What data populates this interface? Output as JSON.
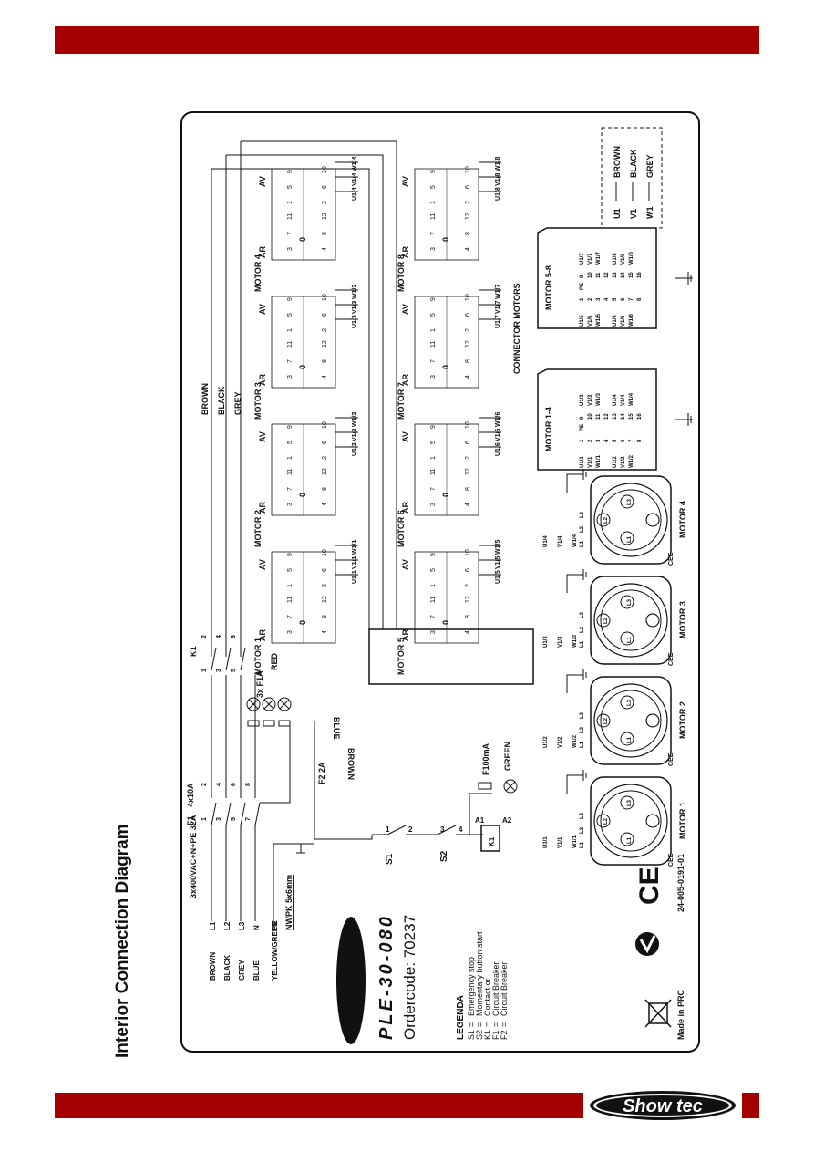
{
  "header": {
    "bar_color": "#a50000"
  },
  "footer": {
    "bar_color": "#a50000",
    "brand_logo": "Show tec"
  },
  "page_title": "Interior Connection Diagram",
  "product": {
    "name": "PLE-30-080",
    "ordercode": "Ordercode: 70237",
    "made_in": "Made in PRC",
    "doc_code": "24-005-0191-01"
  },
  "supply": {
    "spec": "3x400VAC+N+PE 32A",
    "cable": "NWPK 5x6mm",
    "lines": [
      {
        "color": "BROWN",
        "name": "L1"
      },
      {
        "color": "BLACK",
        "name": "L2"
      },
      {
        "color": "GREY",
        "name": "L3"
      },
      {
        "color": "BLUE",
        "name": "N"
      },
      {
        "color": "YELLOW/GREEN",
        "name": "PE"
      }
    ]
  },
  "breaker": {
    "label": "F1",
    "rating": "4x10A",
    "terminals": [
      "1",
      "2",
      "3",
      "4",
      "5",
      "6",
      "7",
      "8"
    ]
  },
  "contactor": {
    "label": "K1",
    "terminals": [
      "1",
      "2",
      "3",
      "4",
      "5",
      "6"
    ],
    "coil": "K1",
    "coil_a1": "A1",
    "coil_a2": "A2"
  },
  "lamps": {
    "fuse": "3x F1A",
    "color": "RED"
  },
  "control_fuse": {
    "label": "F2 2A",
    "wire1": "BROWN",
    "wire2": "BLUE"
  },
  "emergency": {
    "label": "S1",
    "t1": "1",
    "t2": "2"
  },
  "momentary": {
    "label": "S2",
    "t1": "3",
    "t2": "4"
  },
  "green_lamp": {
    "fuse": "F100mA",
    "color": "GREEN"
  },
  "bus_colors": [
    "BROWN",
    "BLACK",
    "GREY"
  ],
  "motor_switches": [
    {
      "name": "MOTOR 1",
      "out": [
        "U1/1",
        "V1/1",
        "W1/1"
      ]
    },
    {
      "name": "MOTOR 2",
      "out": [
        "U1/2",
        "V1/2",
        "W1/2"
      ]
    },
    {
      "name": "MOTOR 3",
      "out": [
        "U1/3",
        "V1/3",
        "W1/3"
      ]
    },
    {
      "name": "MOTOR 4",
      "out": [
        "U1/4",
        "V1/4",
        "W1/4"
      ]
    },
    {
      "name": "MOTOR 5",
      "out": [
        "U1/5",
        "V1/5",
        "W1/5"
      ]
    },
    {
      "name": "MOTOR 6",
      "out": [
        "U1/6",
        "V1/6",
        "W1/6"
      ]
    },
    {
      "name": "MOTOR 7",
      "out": [
        "U1/7",
        "V1/7",
        "W1/7"
      ]
    },
    {
      "name": "MOTOR 8",
      "out": [
        "U1/8",
        "V1/8",
        "W1/8"
      ]
    }
  ],
  "switch_labels": {
    "av": "AV",
    "ar": "AR",
    "zero": "0",
    "n1": "11",
    "n2": "12",
    "n3": "7",
    "n4": "8",
    "n5": "3",
    "n6": "4",
    "n7": "1",
    "n8": "2",
    "n9": "5",
    "n10": "6",
    "n11": "9",
    "n12": "10"
  },
  "connector_label": "CONNECTOR MOTORS",
  "connector_blocks": [
    {
      "title": "MOTOR 1-4",
      "left": [
        "U1/1",
        "V1/1",
        "W1/1",
        "",
        "U1/2",
        "V1/2",
        "W1/2",
        ""
      ],
      "right": [
        "U1/3",
        "V1/3",
        "W1/3",
        "",
        "U1/4",
        "V1/4",
        "W1/4",
        ""
      ],
      "pins_left": [
        "1",
        "2",
        "3",
        "4",
        "5",
        "6",
        "7",
        "8"
      ],
      "pins_right": [
        "9",
        "10",
        "11",
        "12",
        "13",
        "14",
        "15",
        "16"
      ],
      "pe": "PE"
    },
    {
      "title": "MOTOR 5-8",
      "left": [
        "U1/5",
        "V1/5",
        "W1/5",
        "",
        "U1/6",
        "V1/6",
        "W1/6",
        ""
      ],
      "right": [
        "U1/7",
        "V1/7",
        "W1/7",
        "",
        "U1/8",
        "V1/8",
        "W1/8",
        ""
      ],
      "pins_left": [
        "1",
        "2",
        "3",
        "4",
        "5",
        "6",
        "7",
        "8"
      ],
      "pins_right": [
        "9",
        "10",
        "11",
        "12",
        "13",
        "14",
        "15",
        "16"
      ],
      "pe": "PE"
    }
  ],
  "cee_sockets": [
    {
      "name": "MOTOR 1",
      "pins": [
        "U1/1",
        "V1/1",
        "W1/1"
      ]
    },
    {
      "name": "MOTOR 2",
      "pins": [
        "U1/2",
        "V1/2",
        "W1/2"
      ]
    },
    {
      "name": "MOTOR 3",
      "pins": [
        "U1/3",
        "V1/3",
        "W1/3"
      ]
    },
    {
      "name": "MOTOR 4",
      "pins": [
        "U1/4",
        "V1/4",
        "W1/4"
      ]
    }
  ],
  "cee_text": "CEE",
  "cee_pins": [
    "L1",
    "L2",
    "L3"
  ],
  "wire_legend": [
    {
      "code": "U1",
      "color": "BROWN"
    },
    {
      "code": "V1",
      "color": "BLACK"
    },
    {
      "code": "W1",
      "color": "GREY"
    }
  ],
  "legenda": {
    "title": "LEGENDA",
    "items": [
      {
        "code": "S1",
        "text": "Emergency stop"
      },
      {
        "code": "S2",
        "text": "Momentary button start"
      },
      {
        "code": "K1",
        "text": "Contact or"
      },
      {
        "code": "F1",
        "text": "Circuit Breaker"
      },
      {
        "code": "F2",
        "text": "Circuit Breaker"
      }
    ]
  },
  "ce_mark": "CE"
}
